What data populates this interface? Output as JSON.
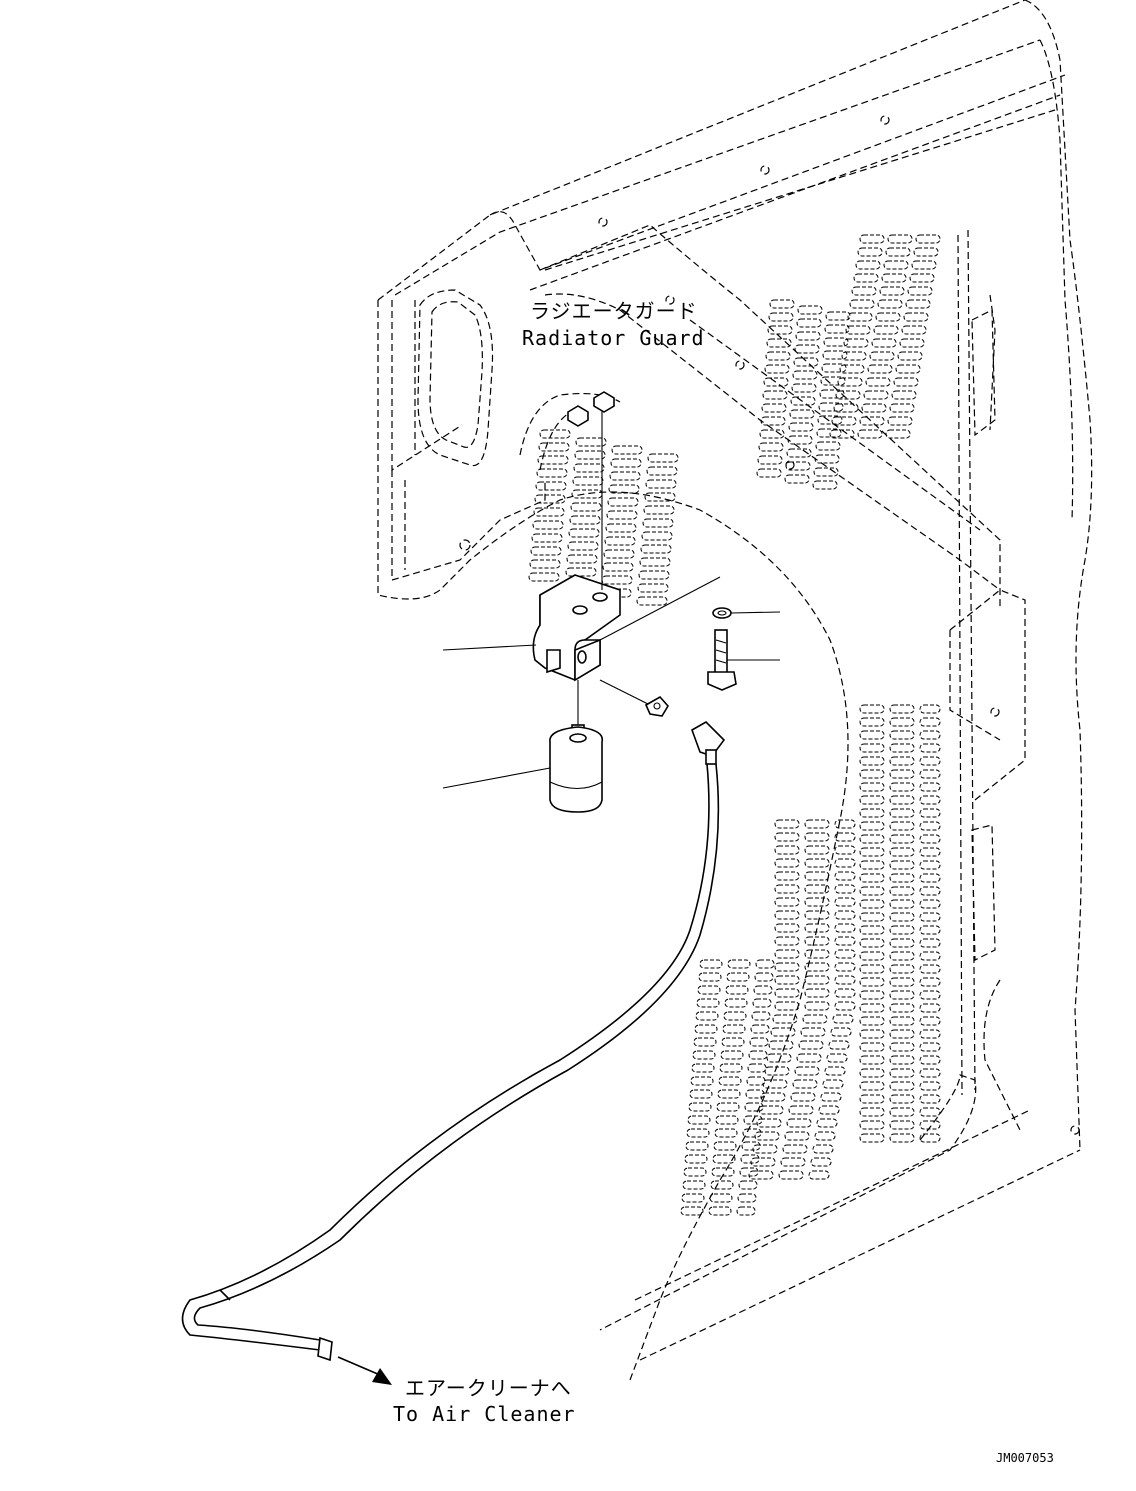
{
  "labels": {
    "radiator_guard_jp": "ラジエータガード",
    "radiator_guard_en": "Radiator Guard",
    "air_cleaner_jp": "エアークリーナへ",
    "air_cleaner_en": "To Air Cleaner",
    "drawing_code": "JM007053"
  },
  "icons": {
    "arrow": "arrow-right-down-icon"
  }
}
